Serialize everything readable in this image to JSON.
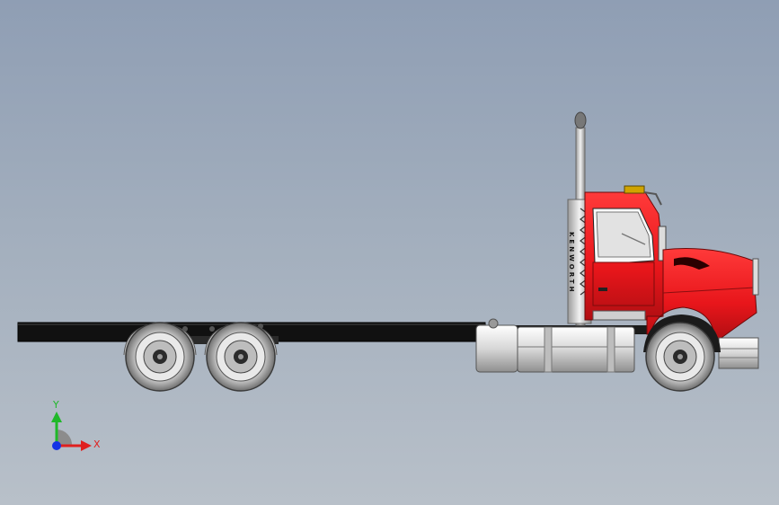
{
  "view": {
    "brand_text": "KENWORTH",
    "colors": {
      "cab": "#e8161b",
      "frame": "#111111",
      "chrome": "#d6d6d6",
      "triad_x": "#e0201e",
      "triad_y": "#1fb829",
      "triad_z": "#1432e6"
    }
  },
  "triad": {
    "x_label": "X",
    "y_label": "Y"
  }
}
